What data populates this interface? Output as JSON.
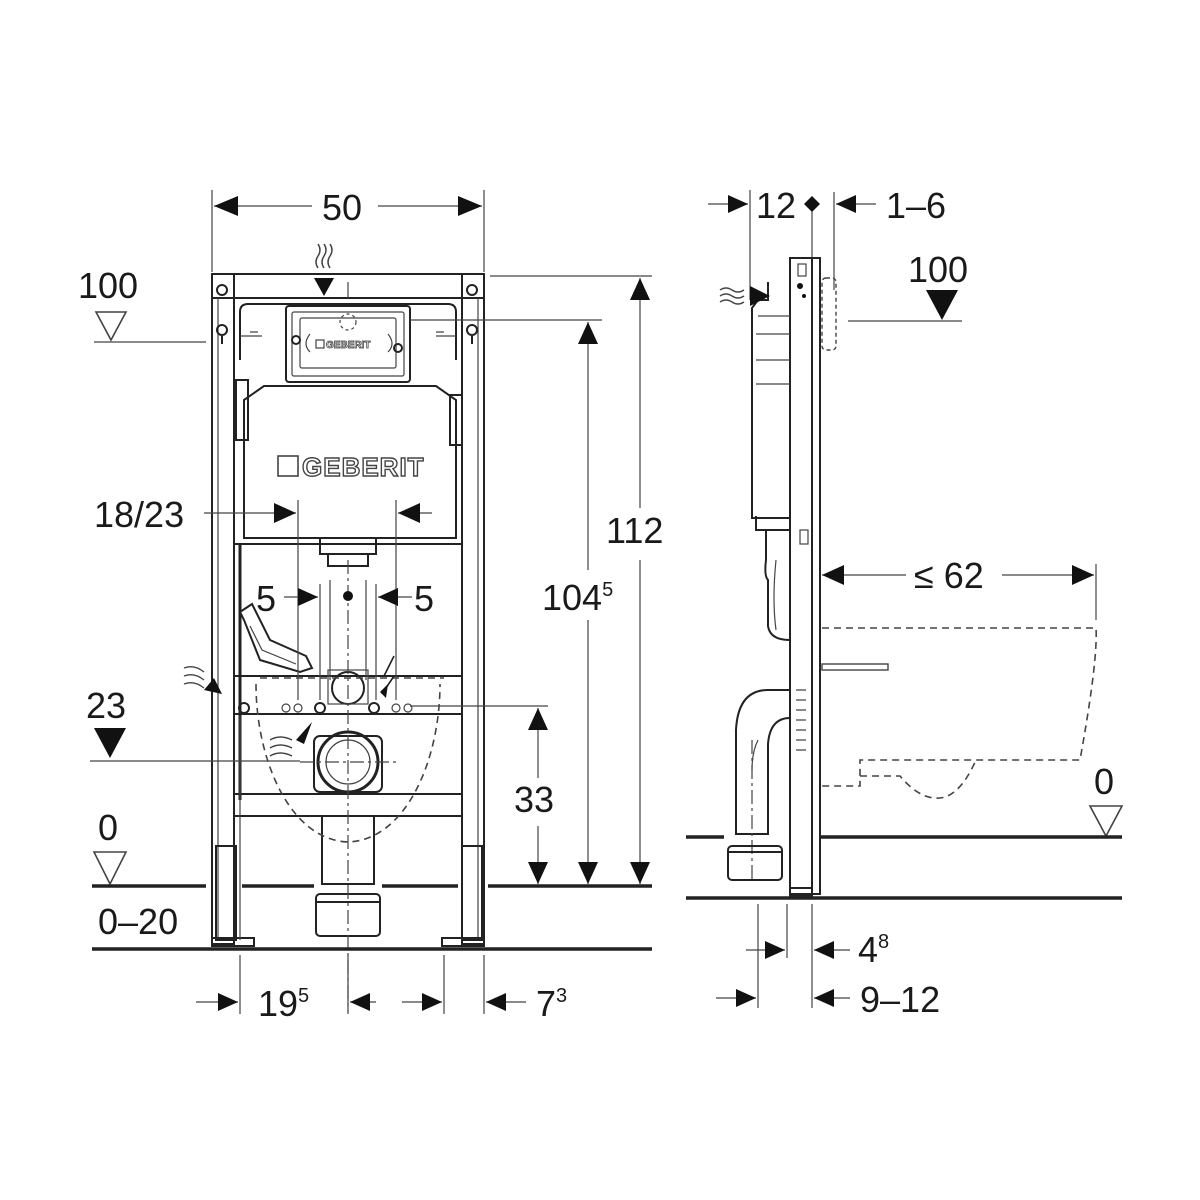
{
  "diagram": {
    "brand": "GEBERIT",
    "front_view": {
      "labels": {
        "width": "50",
        "level_top": "100",
        "level_23": "23",
        "level_0": "0",
        "adjust": "0–20",
        "spacing": "18/23",
        "offset_left": "5",
        "offset_right": "5",
        "height_total": "112",
        "height_frame_main": "104",
        "height_frame_sup": "5",
        "height_drain": "33",
        "bottom_left_main": "19",
        "bottom_left_sup": "5",
        "bottom_right_main": "7",
        "bottom_right_sup": "3"
      }
    },
    "side_view": {
      "labels": {
        "depth_top": "12",
        "panel_range": "1–6",
        "level_top": "100",
        "bowl_projection": "≤ 62",
        "level_0": "0",
        "bottom_offset_main": "4",
        "bottom_offset_sup": "8",
        "bottom_depth": "9–12"
      }
    },
    "icons": [
      "water-supply-wave-icon",
      "level-triangle-open-icon",
      "level-triangle-filled-icon",
      "electrical-bolt-icon",
      "dimension-arrow-icon"
    ],
    "colors": {
      "line": "#222222",
      "background": "#ffffff"
    }
  }
}
